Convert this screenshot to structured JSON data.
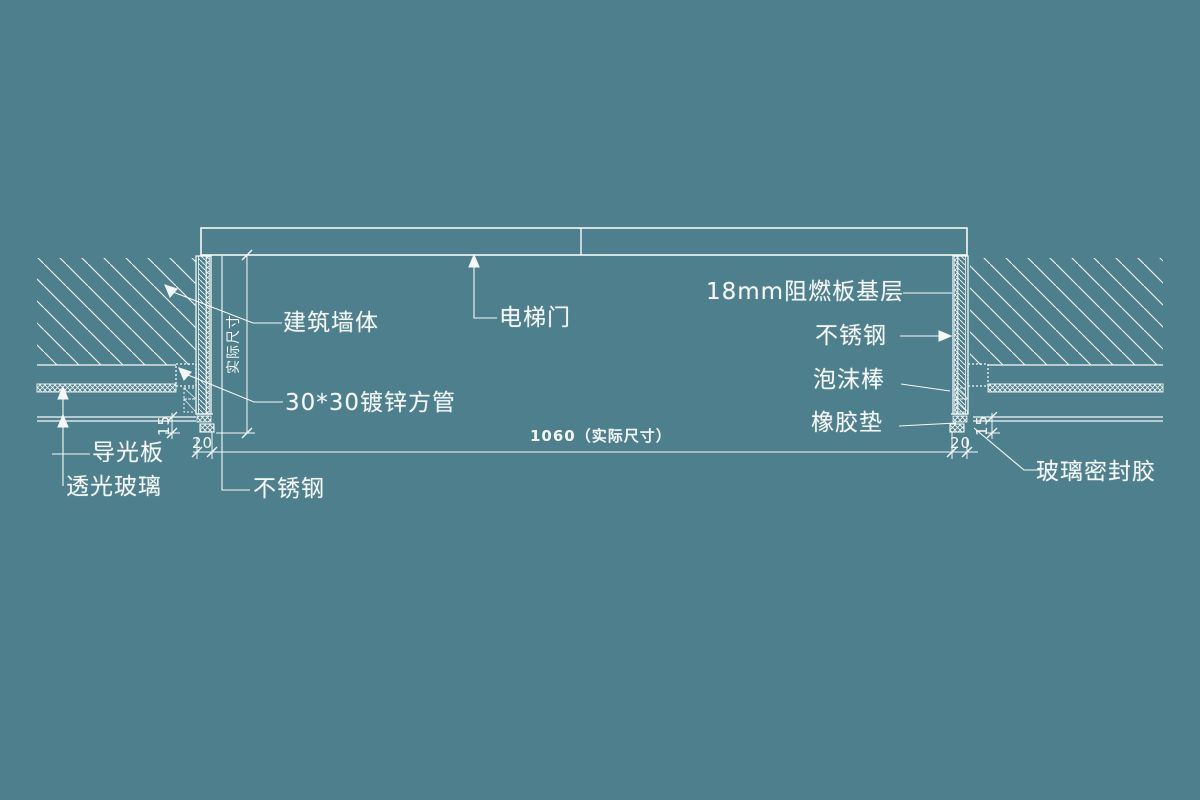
{
  "drawing": {
    "description": "elevator-door-jamb-plan-detail",
    "colors": {
      "background": "#4e7f8c",
      "line": "#f4f8f8"
    },
    "labels": {
      "building_wall": "建筑墙体",
      "elevator_door": "电梯门",
      "galvanized_tube": "30*30镀锌方管",
      "stainless_steel_left": "不锈钢",
      "light_guide_plate": "导光板",
      "translucent_glass": "透光玻璃",
      "fire_retardant_board": "18mm阻燃板基层",
      "stainless_steel_right": "不锈钢",
      "foam_rod": "泡沫棒",
      "rubber_pad": "橡胶垫",
      "glass_sealant": "玻璃密封胶"
    },
    "dimensions": {
      "opening_width": "1060（实际尺寸）",
      "left_return": "20",
      "right_return": "20",
      "left_glass_thickness": "15",
      "right_glass_thickness": "15",
      "vertical_depth": "实际尺寸"
    }
  }
}
